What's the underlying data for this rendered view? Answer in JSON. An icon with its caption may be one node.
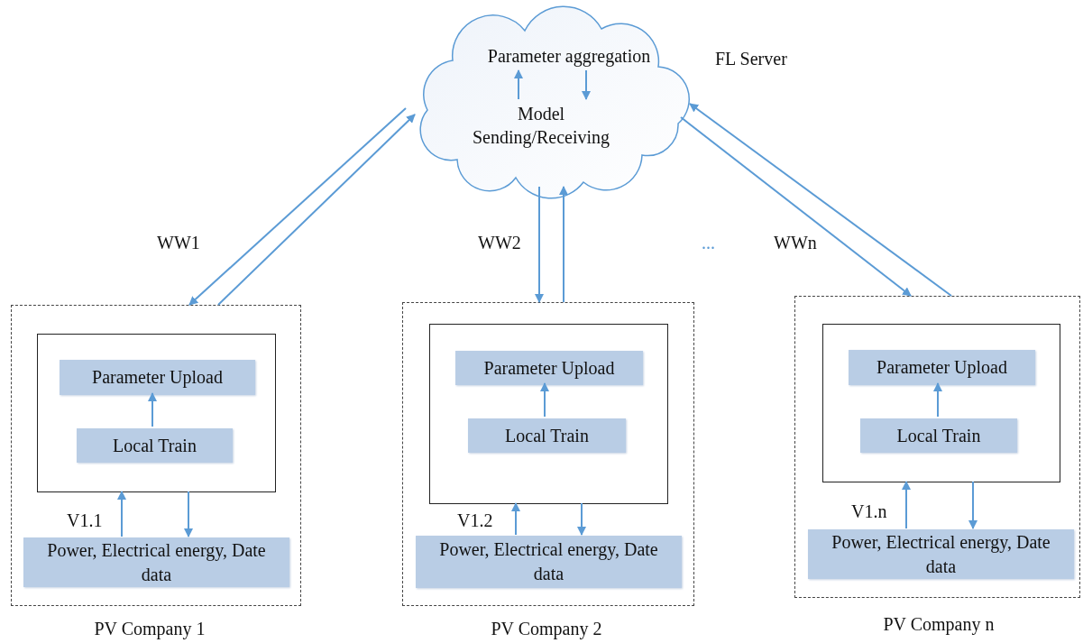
{
  "diagram": {
    "nodes": [
      {
        "text": [],
        "shape": "cloud",
        "beside": [
          "FL Server"
        ]
      },
      {
        "text": [
          "Parameter aggregation"
        ],
        "in": 0
      },
      {
        "text": [
          "Model Sending/Receiving"
        ],
        "in": 0
      },
      {
        "text": [
          "PV Company 1"
        ]
      },
      {
        "text": [],
        "shape": "box",
        "in": 3
      },
      {
        "text": [
          "Parameter Upload"
        ],
        "in": 4
      },
      {
        "text": [
          "Local Train"
        ],
        "in": 4
      },
      {
        "text": [
          "Power, Electrical energy, Date data"
        ],
        "in": 3
      },
      {
        "text": [
          "PV Company 2"
        ]
      },
      {
        "text": [],
        "shape": "box",
        "in": 8
      },
      {
        "text": [
          "Parameter Upload"
        ],
        "in": 9
      },
      {
        "text": [
          "Local Train"
        ],
        "in": 9
      },
      {
        "text": [
          "Power, Electrical energy, Date data"
        ],
        "in": 8
      },
      {
        "text": [
          "PV Company n"
        ]
      },
      {
        "text": [],
        "shape": "box",
        "in": 13
      },
      {
        "text": [
          "Parameter Upload"
        ],
        "in": 14
      },
      {
        "text": [
          "Local Train"
        ],
        "in": 14
      },
      {
        "text": [
          "Power, Electrical energy, Date data"
        ],
        "in": 13
      }
    ],
    "edges": [
      {
        "from": 2,
        "to": 1,
        "arrow": "to"
      },
      {
        "from": 1,
        "to": 2,
        "arrow": "to"
      },
      {
        "from": 0,
        "to": 3,
        "arrow": "to",
        "label": "WW1"
      },
      {
        "from": 3,
        "to": 0,
        "arrow": "to"
      },
      {
        "from": 0,
        "to": 8,
        "arrow": "to",
        "label": "WW2"
      },
      {
        "from": 8,
        "to": 0,
        "arrow": "to"
      },
      {
        "from": 0,
        "to": 13,
        "arrow": "to",
        "label": "WWn"
      },
      {
        "from": 13,
        "to": 0,
        "arrow": "to"
      },
      {
        "from": 6,
        "to": 5,
        "arrow": "to"
      },
      {
        "from": 7,
        "to": 4,
        "arrow": "to",
        "label": "V1.1"
      },
      {
        "from": 4,
        "to": 7,
        "arrow": "to"
      },
      {
        "from": 11,
        "to": 10,
        "arrow": "to"
      },
      {
        "from": 12,
        "to": 9,
        "arrow": "to",
        "label": "V1.2"
      },
      {
        "from": 9,
        "to": 12,
        "arrow": "to"
      },
      {
        "from": 16,
        "to": 15,
        "arrow": "to"
      },
      {
        "from": 17,
        "to": 14,
        "arrow": "to",
        "label": "V1.n"
      },
      {
        "from": 14,
        "to": 17,
        "arrow": "to"
      }
    ],
    "labels": [
      "..."
    ]
  }
}
